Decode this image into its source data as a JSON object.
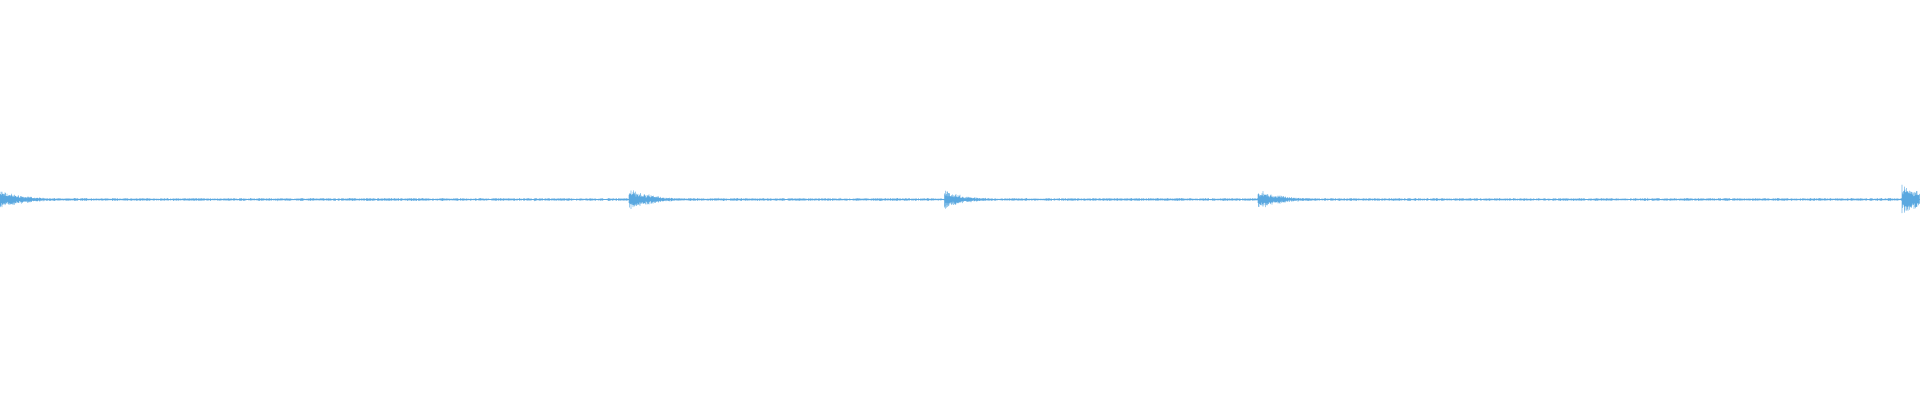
{
  "waveform": {
    "color": "#5aa8e0",
    "background": "#ffffff",
    "baseline_amplitude": 0.008,
    "transients": [
      {
        "time_fraction": 0.0,
        "peak_amplitude": 0.05,
        "decay_fraction": 0.025
      },
      {
        "time_fraction": 0.3281,
        "peak_amplitude": 0.06,
        "decay_fraction": 0.022
      },
      {
        "time_fraction": 0.4922,
        "peak_amplitude": 0.05,
        "decay_fraction": 0.02
      },
      {
        "time_fraction": 0.6557,
        "peak_amplitude": 0.05,
        "decay_fraction": 0.025
      },
      {
        "time_fraction": 0.9911,
        "peak_amplitude": 0.08,
        "decay_fraction": 0.03
      }
    ]
  }
}
